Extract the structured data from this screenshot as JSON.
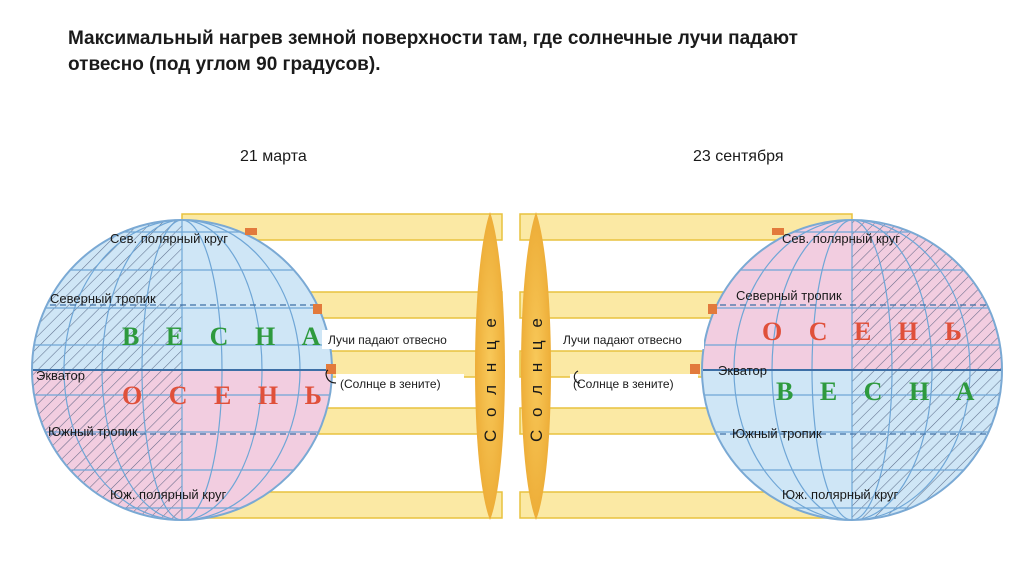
{
  "heading": {
    "line1": "Максимальный нагрев земной поверхности там, где солнечные лучи падают",
    "line2": "отвесно (под углом 90 градусов)."
  },
  "left_globe": {
    "date": "21 марта",
    "north_label": "В Е С Н А",
    "south_label": "О С Е Н Ь",
    "north_color": "#2e9a3e",
    "south_color": "#e0503a",
    "circle_labels": {
      "arctic": "Сев. полярный круг",
      "tropic_n": "Северный тропик",
      "equator": "Экватор",
      "tropic_s": "Южный тропик",
      "antarctic": "Юж. полярный круг"
    },
    "rays_vertical": "Лучи падают отвесно",
    "sun_zenith": "(Солнце в зените)"
  },
  "right_globe": {
    "date": "23 сентября",
    "north_label": "О С Е Н Ь",
    "south_label": "В Е С Н А",
    "north_color": "#e0503a",
    "south_color": "#2e9a3e",
    "circle_labels": {
      "arctic": "Сев. полярный круг",
      "tropic_n": "Северный тропик",
      "equator": "Экватор",
      "tropic_s": "Южный тропик",
      "antarctic": "Юж. полярный круг"
    },
    "rays_vertical": "Лучи падают отвесно",
    "sun_zenith": "(Солнце в зените)"
  },
  "sun_label": "С о л н ц е",
  "colors": {
    "ray_fill": "#fbe9a4",
    "ray_stroke": "#e8c23e",
    "sun_fill": "#f3b53f",
    "globe_blue": "#cfe6f6",
    "globe_pink": "#f2cde0",
    "grid": "#6fa6d6",
    "night_hatch": "#3b4a6b",
    "zenith_mark": "#e27a3c"
  }
}
